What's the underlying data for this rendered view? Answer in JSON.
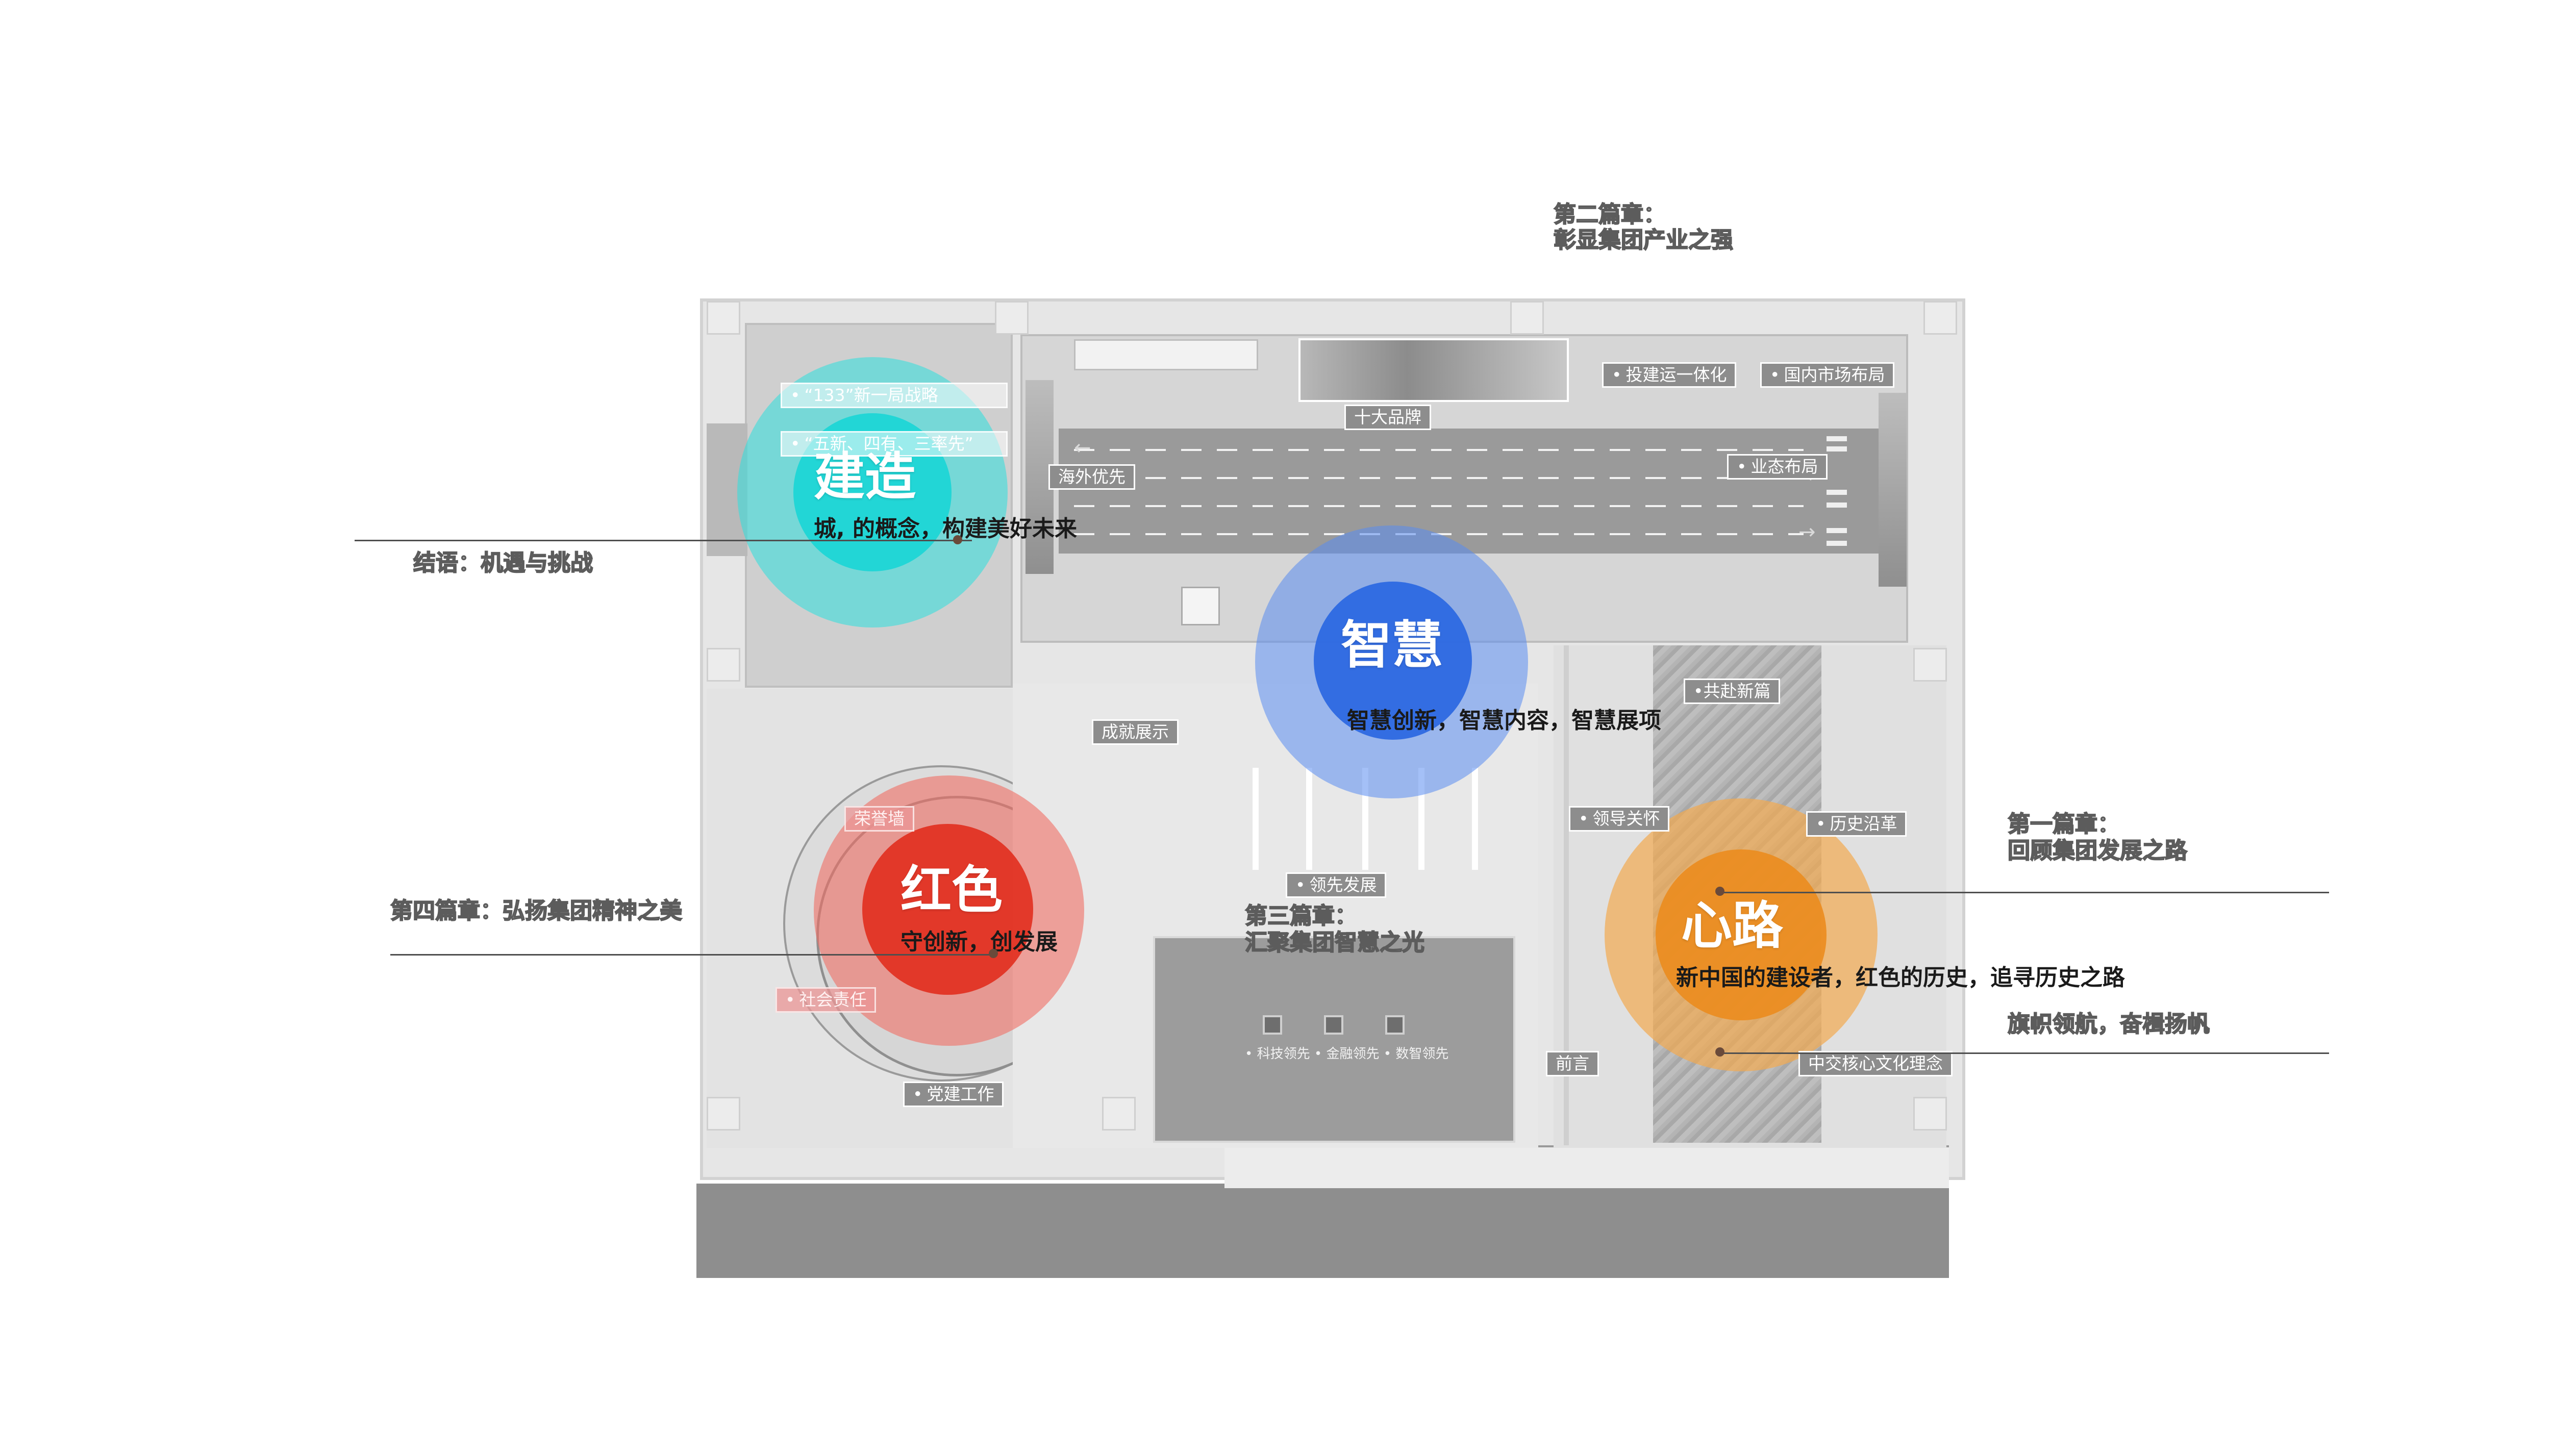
{
  "chapters": {
    "ch2": {
      "line1": "第二篇章：",
      "line2": "彰显集团产业之强"
    },
    "ending": "结语：机遇与挑战",
    "ch4": "第四篇章：弘扬集团精神之美",
    "ch3": {
      "line1": "第三篇章：",
      "line2": "汇聚集团智慧之光"
    },
    "ch1": {
      "line1": "第一篇章：",
      "line2": "回顾集团发展之路"
    },
    "ch1_sub": "旗帜领航，奋楫扬帆"
  },
  "zones": {
    "build": {
      "title": "建造",
      "caption": "城, 的概念，构建美好未来",
      "color": "#2ee0de"
    },
    "smart": {
      "title": "智慧",
      "caption": "智慧创新，智慧内容，智慧展项",
      "color": "#3a6fe0"
    },
    "red": {
      "title": "红色",
      "caption": "守创新，创发展",
      "color": "#e8392c"
    },
    "heart": {
      "title": "心路",
      "caption": "新中国的建设者，红色的历史，追寻历史之路",
      "color": "#f09a2c"
    }
  },
  "labels": {
    "strategy133": "“133”新一局战略",
    "wuxin": "“五新、四有、三率先”",
    "tenbrands": "十大品牌",
    "overseas": "海外优先",
    "integration": "投建运一体化",
    "domestic": "国内市场布局",
    "business": "业态布局",
    "achievement": "成就展示",
    "newchapter": "•共赴新篇",
    "honorwall": "荣誉墙",
    "leadership": "领导关怀",
    "history": "历史沿革",
    "lead": "领先发展",
    "social": "社会责任",
    "party": "党建工作",
    "preface": "前言",
    "corevalues": "中交核心文化理念",
    "techlead": "• 科技领先 • 金融领先 • 数智领先"
  }
}
